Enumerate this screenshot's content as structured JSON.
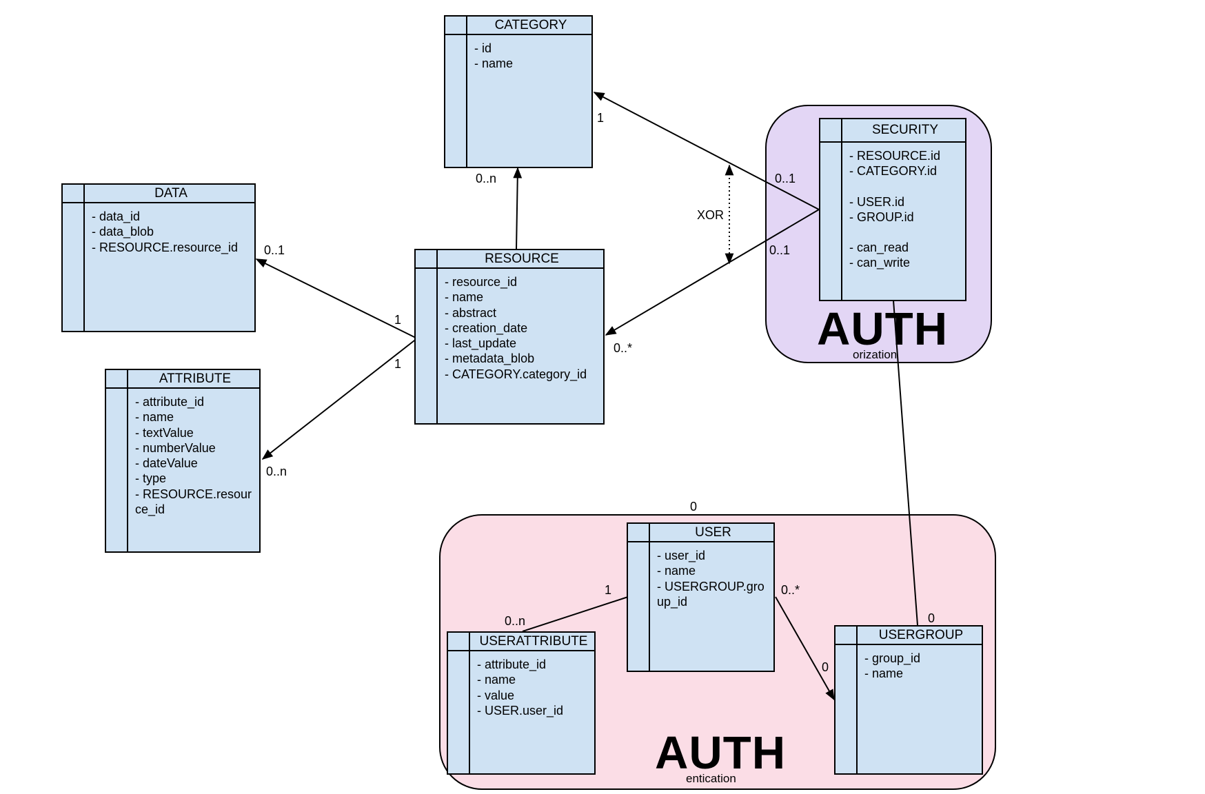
{
  "regions": {
    "authorization": {
      "big": "AUTH",
      "small": "orization"
    },
    "authentication": {
      "big": "AUTH",
      "small": "entication"
    }
  },
  "entities": {
    "category": {
      "title": "CATEGORY",
      "fields": [
        "- id",
        "- name"
      ]
    },
    "data": {
      "title": "DATA",
      "fields": [
        "- data_id",
        "- data_blob",
        "- RESOURCE.resource_id"
      ]
    },
    "resource": {
      "title": "RESOURCE",
      "fields": [
        "- resource_id",
        "- name",
        "- abstract",
        "- creation_date",
        "- last_update",
        "- metadata_blob",
        "- CATEGORY.category_id"
      ]
    },
    "attribute": {
      "title": "ATTRIBUTE",
      "fields": [
        "- attribute_id",
        "- name",
        "- textValue",
        "- numberValue",
        "- dateValue",
        "- type",
        "- RESOURCE.resource_id"
      ]
    },
    "security": {
      "title": "SECURITY",
      "fields": [
        "- RESOURCE.id",
        "- CATEGORY.id",
        "- USER.id",
        "- GROUP.id",
        "- can_read",
        "- can_write"
      ]
    },
    "user": {
      "title": "USER",
      "fields": [
        "- user_id",
        "- name",
        "- USERGROUP.group_id"
      ]
    },
    "userattribute": {
      "title": "USERATTRIBUTE",
      "fields": [
        "- attribute_id",
        "- name",
        "- value",
        "- USER.user_id"
      ]
    },
    "usergroup": {
      "title": "USERGROUP",
      "fields": [
        "- group_id",
        "- name"
      ]
    }
  },
  "labels": {
    "category_one": "1",
    "category_many": "0..n",
    "data_opt": "0..1",
    "resource_to_data": "1",
    "resource_to_attribute": "1",
    "attribute_many": "0..n",
    "xor": "XOR",
    "security_to_category": "0..1",
    "security_to_resource": "0..1",
    "resource_many": "0..*",
    "auth_zero_top": "0",
    "user_to_userattribute": "1",
    "userattribute_many": "0..n",
    "user_to_usergroup": "0..*",
    "usergroup_zero_left": "0",
    "usergroup_zero_top": "0"
  },
  "colors": {
    "entity_fill": "#cfe2f3",
    "authorization_fill": "#e3d6f5",
    "authentication_fill": "#fbdde6",
    "line": "#000000"
  }
}
